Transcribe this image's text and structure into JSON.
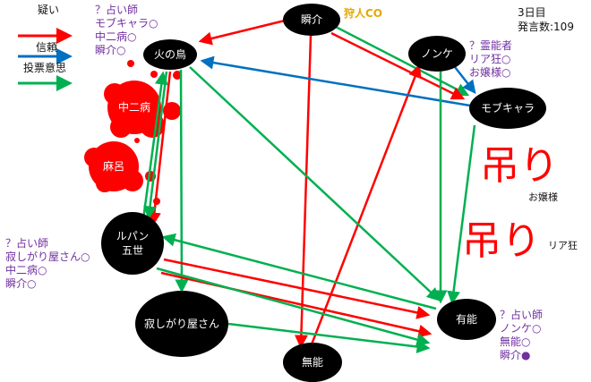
{
  "legend": [
    {
      "label": "疑い",
      "color": "#ff0000"
    },
    {
      "label": "信頼",
      "color": "#0070c0"
    },
    {
      "label": "投票意思",
      "color": "#00b050"
    }
  ],
  "info": {
    "day": "3日目",
    "posts": "発言数:109"
  },
  "hunter_co": "狩人CO",
  "nodes": {
    "shunsuke": "瞬介",
    "hinotori": "火の鳥",
    "nonke": "ノンケ",
    "mobu": "モブキャラ",
    "lupin_1": "ルパン",
    "lupin_2": "五世",
    "sabishi": "寂しがり屋さん",
    "munou": "無能",
    "yuunou": "有能"
  },
  "dead": [
    "中二病",
    "麻呂"
  ],
  "hanged": [
    "吊り",
    "吊り"
  ],
  "hanged_names": [
    "お嬢様",
    "リア狂"
  ],
  "notes": {
    "hinotori": [
      "？占い師",
      "モブキャラ○",
      "中二病○",
      "瞬介○"
    ],
    "nonke": [
      "？霊能者",
      "リア狂○",
      "お嬢様○"
    ],
    "lupin": [
      "？占い師",
      "寂しがり屋さん○",
      "中二病○",
      "瞬介○"
    ],
    "yuunou": [
      "？占い師",
      "ノンケ○",
      "無能○",
      "瞬介●"
    ]
  },
  "colors": {
    "suspect": "#ff0000",
    "trust": "#0070c0",
    "vote": "#00b050",
    "note": "#7030a0",
    "hunter": "#e6a800"
  },
  "edges": [
    {
      "from": "shunsuke",
      "to": "hinotori",
      "type": "suspect"
    },
    {
      "from": "shunsuke",
      "to": "mobu",
      "type": "vote"
    },
    {
      "from": "shunsuke",
      "to": "mobu",
      "type": "suspect"
    },
    {
      "from": "shunsuke",
      "to": "munou",
      "type": "suspect"
    },
    {
      "from": "munou",
      "to": "nonke",
      "type": "suspect"
    },
    {
      "from": "mobu",
      "to": "hinotori",
      "type": "trust"
    },
    {
      "from": "nonke",
      "to": "mobu",
      "type": "trust"
    },
    {
      "from": "hinotori",
      "to": "lupin",
      "type": "suspect"
    },
    {
      "from": "lupin",
      "to": "hinotori",
      "type": "vote"
    },
    {
      "from": "hinotori",
      "to": "lupin",
      "type": "vote"
    },
    {
      "from": "hinotori",
      "to": "sabishi",
      "type": "vote"
    },
    {
      "from": "hinotori",
      "to": "yuunou",
      "type": "vote"
    },
    {
      "from": "nonke",
      "to": "yuunou",
      "type": "vote"
    },
    {
      "from": "mobu",
      "to": "yuunou",
      "type": "vote"
    },
    {
      "from": "yuunou",
      "to": "lupin",
      "type": "vote"
    },
    {
      "from": "lupin",
      "to": "yuunou",
      "type": "suspect"
    },
    {
      "from": "lupin",
      "to": "yuunou",
      "type": "suspect"
    },
    {
      "from": "lupin",
      "to": "yuunou",
      "type": "vote"
    },
    {
      "from": "sabishi",
      "to": "yuunou",
      "type": "vote"
    }
  ]
}
